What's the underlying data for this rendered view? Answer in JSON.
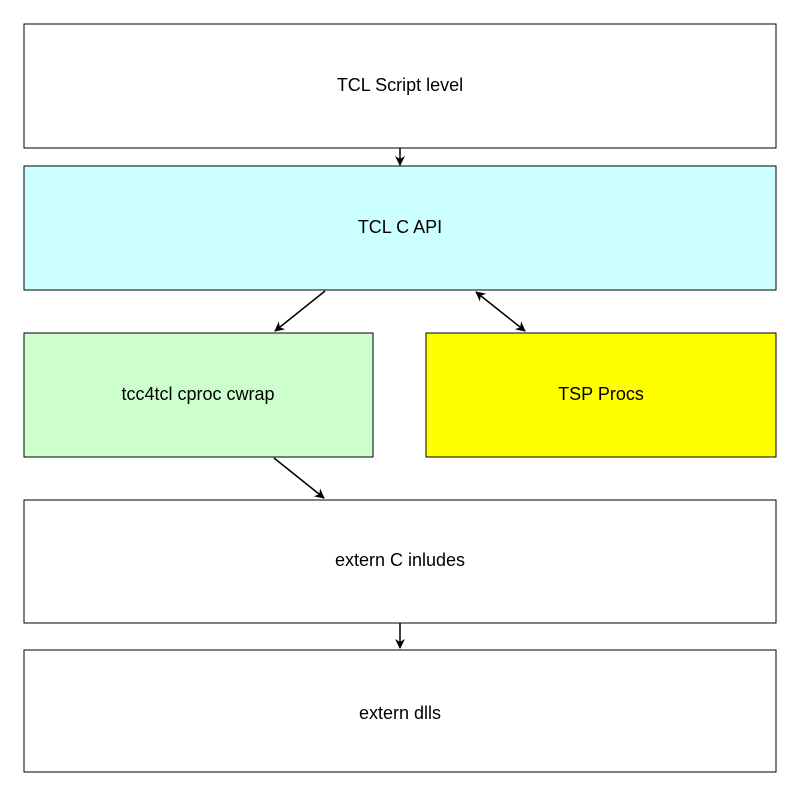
{
  "diagram": {
    "nodes": [
      {
        "id": "tcl-script",
        "label": "TCL Script level",
        "fill": "#ffffff"
      },
      {
        "id": "tcl-c-api",
        "label": "TCL C API",
        "fill": "#ccffff"
      },
      {
        "id": "tcc4tcl",
        "label": "tcc4tcl cproc cwrap",
        "fill": "#ccffcc"
      },
      {
        "id": "tsp-procs",
        "label": "TSP Procs",
        "fill": "#ffff00"
      },
      {
        "id": "extern-c",
        "label": "extern C inludes",
        "fill": "#ffffff"
      },
      {
        "id": "extern-dlls",
        "label": "extern dlls",
        "fill": "#ffffff"
      }
    ],
    "edges": [
      {
        "from": "tcl-script",
        "to": "tcl-c-api",
        "direction": "forward"
      },
      {
        "from": "tcl-c-api",
        "to": "tcc4tcl",
        "direction": "forward"
      },
      {
        "from": "tcl-c-api",
        "to": "tsp-procs",
        "direction": "both"
      },
      {
        "from": "tcc4tcl",
        "to": "extern-c",
        "direction": "forward"
      },
      {
        "from": "extern-c",
        "to": "extern-dlls",
        "direction": "forward"
      }
    ],
    "stroke_color": "#000000"
  }
}
